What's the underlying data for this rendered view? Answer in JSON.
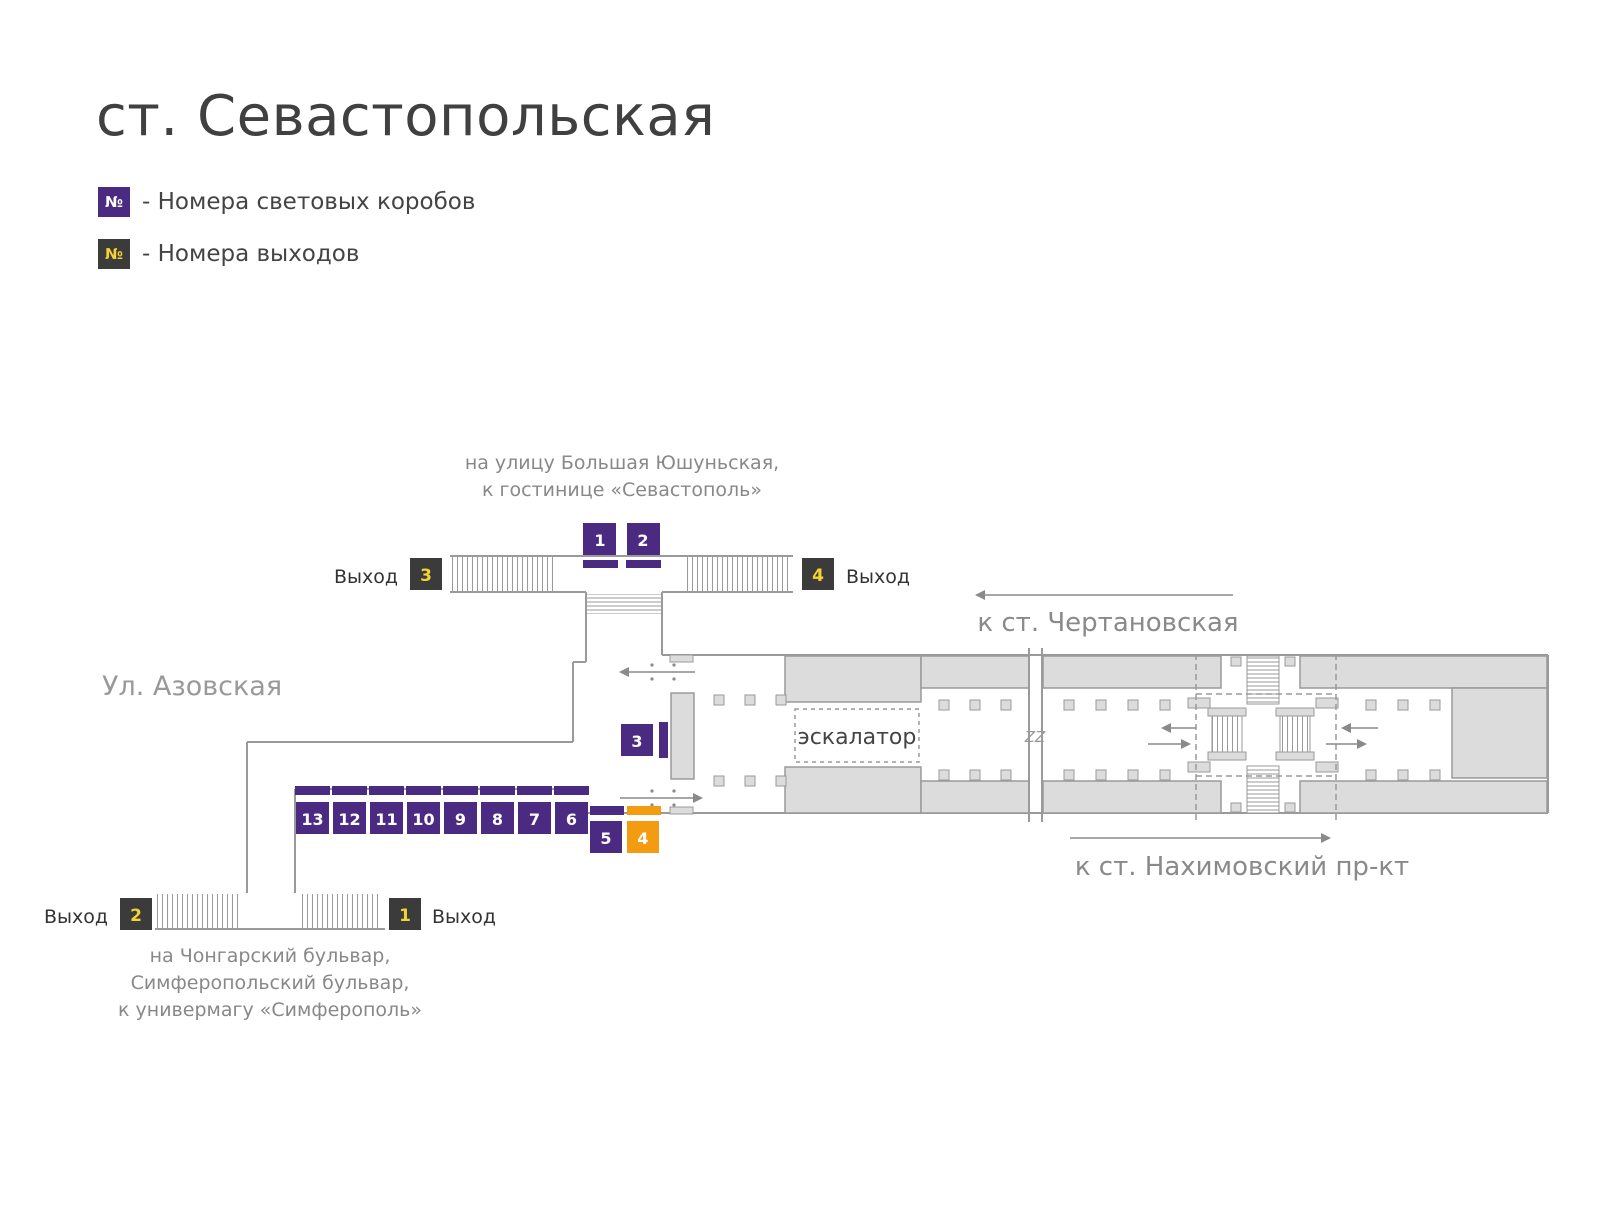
{
  "title": "ст. Севастопольская",
  "legend": {
    "lightbox_symbol": "№",
    "lightbox_label": "- Номера световых коробов",
    "exit_symbol": "№",
    "exit_label": "- Номера выходов"
  },
  "colors": {
    "lightbox": "#4b2a82",
    "exit_badge": "#3b3b3b",
    "exit_number": "#f4d233",
    "highlight": "#f39c12",
    "wall": "#9a9a9a",
    "fill": "#dcdcdc"
  },
  "street": "Ул. Азовская",
  "top_destination": {
    "line1": "на улицу Большая Юшуньская,",
    "line2": "к гостинице «Севастополь»"
  },
  "bottom_destination": {
    "line1": "на Чонгарский бульвар,",
    "line2": "Симферопольский бульвар,",
    "line3": "к универмагу «Симферополь»"
  },
  "exits": [
    {
      "number": "1",
      "label": "Выход"
    },
    {
      "number": "2",
      "label": "Выход"
    },
    {
      "number": "3",
      "label": "Выход"
    },
    {
      "number": "4",
      "label": "Выход"
    }
  ],
  "lightboxes": {
    "top": [
      "1",
      "2"
    ],
    "middle": "3",
    "bottom_row": [
      "13",
      "12",
      "11",
      "10",
      "9",
      "8",
      "7",
      "6"
    ],
    "lower": [
      "5",
      "4"
    ],
    "highlighted": "4"
  },
  "escalator": "эскалатор",
  "gap_mark": "ZZ",
  "direction_top": "к ст. Чертановская",
  "direction_bottom": "к ст. Нахимовский пр-кт"
}
